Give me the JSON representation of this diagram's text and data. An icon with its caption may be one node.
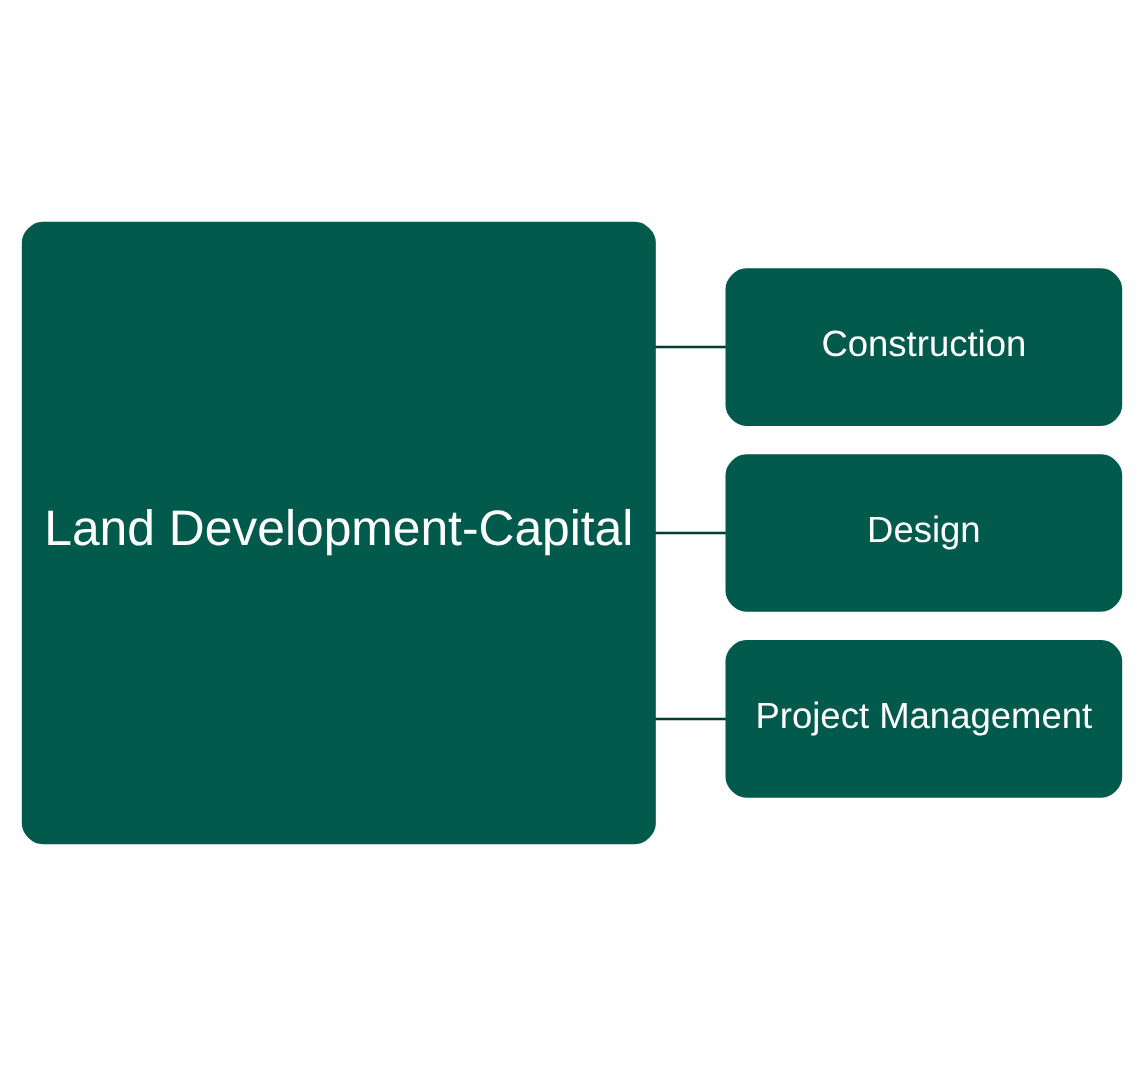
{
  "diagram": {
    "nodes": [
      {
        "text": [
          "Land Development-Capital"
        ]
      },
      {
        "text": [
          "Construction"
        ]
      },
      {
        "text": [
          "Design"
        ]
      },
      {
        "text": [
          "Project Management"
        ]
      }
    ],
    "edges": [
      {
        "from": 0,
        "to": 1,
        "arrow": "none"
      },
      {
        "from": 0,
        "to": 2,
        "arrow": "none"
      },
      {
        "from": 0,
        "to": 3,
        "arrow": "none"
      }
    ]
  }
}
